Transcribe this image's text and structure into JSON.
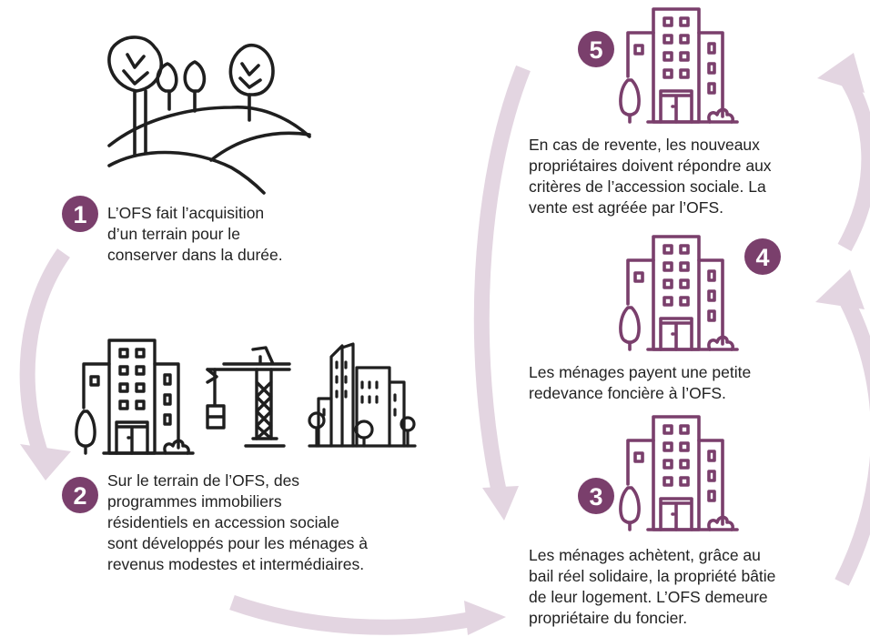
{
  "colors": {
    "accent": "#7a3f6c",
    "arrow": "#e3d5e1",
    "line": "#1f1f1f"
  },
  "steps": [
    {
      "number": "1",
      "icon": "trees-hill-icon",
      "lines": [
        "L’OFS fait l’acquisition",
        "d’un terrain pour le",
        "conserver dans la durée."
      ]
    },
    {
      "number": "2",
      "icon": "buildings-crane-city-icon",
      "lines": [
        "Sur le terrain de l’OFS, des",
        "programmes immobiliers",
        "résidentiels en accession sociale",
        "sont développés pour les ménages à",
        "revenus modestes et intermédiaires."
      ]
    },
    {
      "number": "3",
      "icon": "building-icon",
      "lines": [
        "Les ménages achètent, grâce au",
        "bail réel solidaire, la propriété bâtie",
        "de leur logement. L’OFS demeure",
        "propriétaire du foncier."
      ]
    },
    {
      "number": "4",
      "icon": "building-icon",
      "lines": [
        "Les ménages payent une petite",
        "redevance foncière à l’OFS."
      ]
    },
    {
      "number": "5",
      "icon": "building-icon",
      "lines": [
        "En cas de revente, les nouveaux",
        "propriétaires doivent répondre aux",
        "critères de l’accession sociale. La",
        "vente est agréée par l’OFS."
      ]
    }
  ]
}
